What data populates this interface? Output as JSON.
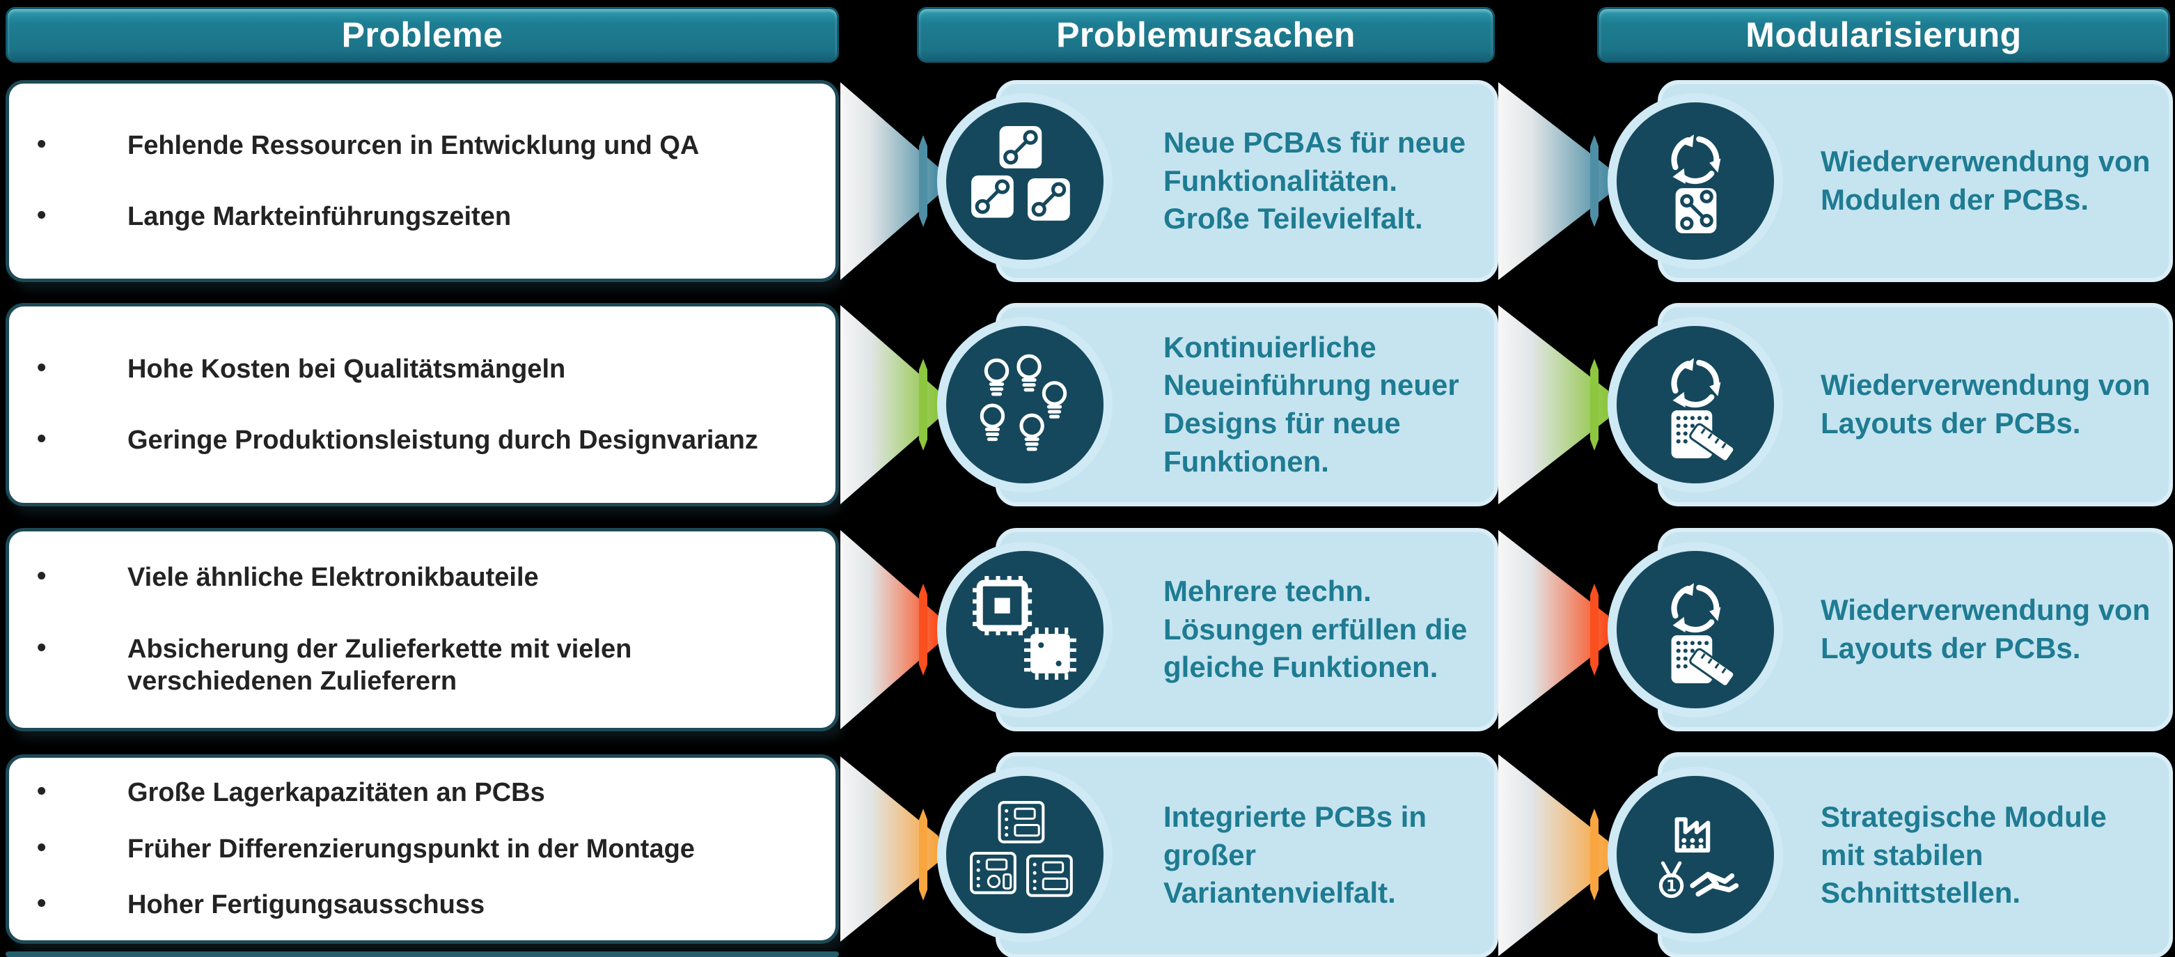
{
  "columns": [
    {
      "id": "probleme",
      "header": "Probleme"
    },
    {
      "id": "problemursachen",
      "header": "Problemursachen"
    },
    {
      "id": "modularisierung",
      "header": "Modularisierung"
    }
  ],
  "rows": [
    {
      "problems": [
        "Fehlende Ressourcen in Entwicklung und QA",
        "Lange Markteinführungszeiten"
      ],
      "arrow_color": "#4e8fa5",
      "cause": {
        "icon": "pcb-tiles-icon",
        "text": "Neue PCBAs für neue Funktionalitäten. Große Teilevielfalt."
      },
      "modular": {
        "icon": "recycle-module-icon",
        "text": "Wiederverwendung von Modulen der PCBs."
      }
    },
    {
      "problems": [
        "Hohe Kosten bei Qualitätsmängeln",
        "Geringe Produktionsleistung durch Designvarianz"
      ],
      "arrow_color": "#8dc63f",
      "cause": {
        "icon": "light-bulbs-icon",
        "text": "Kontinuierliche Neueinführung neuer Designs für neue Funktionen."
      },
      "modular": {
        "icon": "recycle-layout-icon",
        "text": "Wiederverwendung von Layouts der PCBs."
      }
    },
    {
      "problems": [
        "Viele ähnliche Elektronikbauteile",
        "Absicherung der Zulieferkette mit vielen verschiedenen Zulieferern"
      ],
      "arrow_color": "#fa4f1e",
      "cause": {
        "icon": "chips-icon",
        "text": "Mehrere techn. Lösungen erfüllen die gleiche Funktionen."
      },
      "modular": {
        "icon": "recycle-layout-icon",
        "text": "Wiederverwendung von Layouts der PCBs."
      }
    },
    {
      "problems": [
        "Große Lagerkapazitäten an PCBs",
        "Früher Differenzierungspunkt in der Montage",
        "Hoher Fertigungsausschuss"
      ],
      "arrow_color": "#f9a640",
      "cause": {
        "icon": "pcb-boards-icon",
        "text": "Integrierte PCBs in großer Variantenvielfalt."
      },
      "modular": {
        "icon": "factory-medal-handshake-icon",
        "text": "Strategische Module mit stabilen Schnittstellen."
      }
    }
  ],
  "colors": {
    "header_teal": "#1e7d92",
    "white_box_border": "#1d4a57",
    "light_blue_box": "#c5e4ef",
    "circle_fill": "#15485c",
    "teal_text": "#1e7b92",
    "bullet_text": "#232323",
    "arrow_row_1": "#4e8fa5",
    "arrow_row_2": "#8dc63f",
    "arrow_row_3": "#fa4f1e",
    "arrow_row_4": "#f9a640"
  }
}
